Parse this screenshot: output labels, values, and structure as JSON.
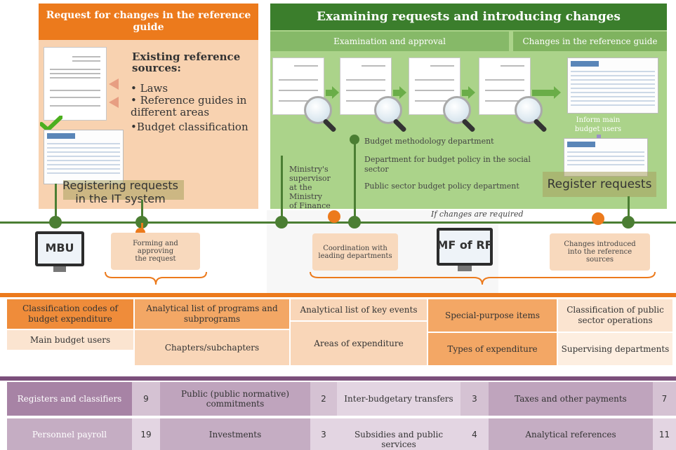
{
  "left_panel": {
    "title": "Request for changes in the reference guide",
    "sources_heading": "Existing reference sources:",
    "sources": [
      "• Laws",
      "• Reference guides in different areas",
      "•Budget classification"
    ],
    "register_label": "Registering requests in the IT system"
  },
  "right_panel": {
    "title": "Examining requests and introducing changes",
    "sub_left": "Examination and approval",
    "sub_right": "Changes in the reference guide",
    "inform_label": "Inform main budget users",
    "register_label": "Register requests",
    "supervisor_label": "Ministry's supervisor at the Ministry of Finance",
    "departments": [
      "Budget methodology department",
      "Department for budget policy in the social sector",
      "Public sector budget policy department"
    ]
  },
  "timeline": {
    "mbu_label": "MBU",
    "mf_label": "MF of RF",
    "forming_label": "Forming and approving the request",
    "coordination_label": "Coordination with leading departments",
    "changes_label": "Changes introduced into the reference sources",
    "if_changes": "If changes are required"
  },
  "classification_grid": [
    [
      "Classification codes of budget expenditure",
      "Analytical list of programs and subprograms",
      "Analytical list of key events",
      "Special-purpose items",
      "Classification of public sector operations"
    ],
    [
      "Main budget users",
      "Chapters/subchapters",
      "Areas of expenditure",
      "Types of expenditure",
      "Supervising departments"
    ]
  ],
  "registers": [
    {
      "label": "Registers and classifiers",
      "items": [
        {
          "name": "Public (public normative) commitments",
          "count": "2"
        },
        {
          "name": "Inter-budgetary transfers",
          "count": "3"
        },
        {
          "name": "Taxes and other payments",
          "count": "7"
        }
      ],
      "first_count": "9"
    },
    {
      "label": "Personnel payroll",
      "items": [
        {
          "name": "Investments",
          "count": "3"
        },
        {
          "name": "Subsidies and public services",
          "count": "4"
        },
        {
          "name": "Analytical references",
          "count": "11"
        }
      ],
      "first_count": "19"
    }
  ],
  "colors": {
    "orange": "#ec7a1c",
    "light_orange": "#f8d2b0",
    "green_dark": "#3b7e2c",
    "green_light": "#abd38a",
    "purple_dark": "#7b4f7b",
    "purple_light": "#d5c2d3"
  },
  "icons": [
    "check-icon",
    "left-arrow-icon",
    "magnifier-icon",
    "right-arrow-icon",
    "down-arrow-icon",
    "monitor-icon",
    "brace-icon"
  ]
}
